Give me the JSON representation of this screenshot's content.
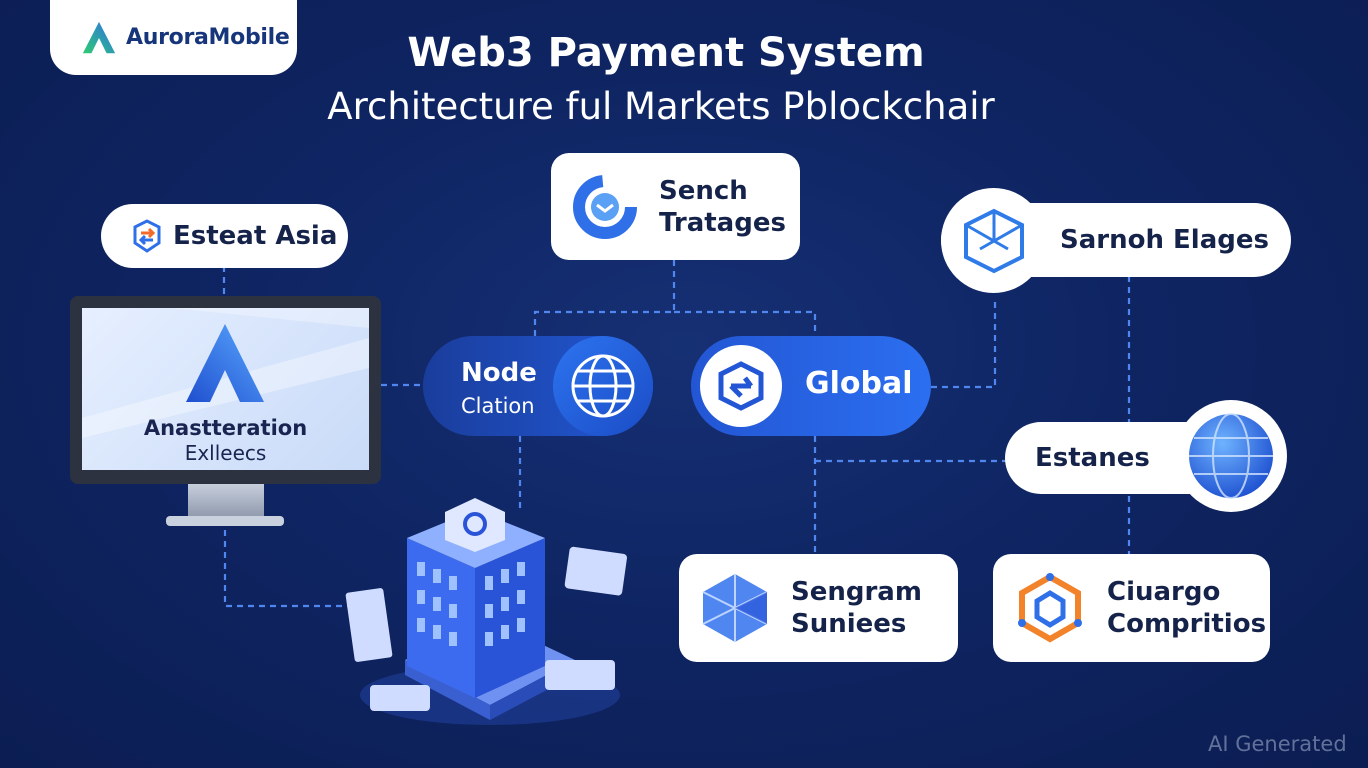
{
  "logo": {
    "text": "AuroraMobile",
    "icon": "aurora-a-icon"
  },
  "title": "Web3 Payment System",
  "subtitle": "Architecture ful Markets Pblockchair",
  "nodes": {
    "esteat": {
      "label": "Esteat Asia",
      "icon": "exchange-arrows-icon"
    },
    "sench": {
      "line1": "Sench",
      "line2": "Tratages",
      "icon": "ring-chart-icon"
    },
    "sarnoh": {
      "label": "Sarnoh Elages",
      "icon": "cube-network-icon"
    },
    "monitor": {
      "line1": "Anastteration",
      "line2": "Exlleecs",
      "icon": "aurora-a-icon"
    },
    "node": {
      "line1": "Node",
      "line2": "Clation",
      "icon": "globe-icon"
    },
    "global": {
      "label": "Global",
      "icon": "e-logo-icon"
    },
    "estanes": {
      "label": "Estanes",
      "icon": "globe-icon"
    },
    "sengram": {
      "line1": "Sengram",
      "line2": "Suniees",
      "icon": "crystal-cube-icon"
    },
    "ciuargo": {
      "line1": "Ciuargo",
      "line2": "Compritios",
      "icon": "hexagon-network-icon"
    }
  },
  "building_icon": "data-center-building-icon",
  "watermark": "AI Generated",
  "colors": {
    "background": "#0d2157",
    "accent": "#2b6ff0",
    "connector": "#4f86f0"
  }
}
